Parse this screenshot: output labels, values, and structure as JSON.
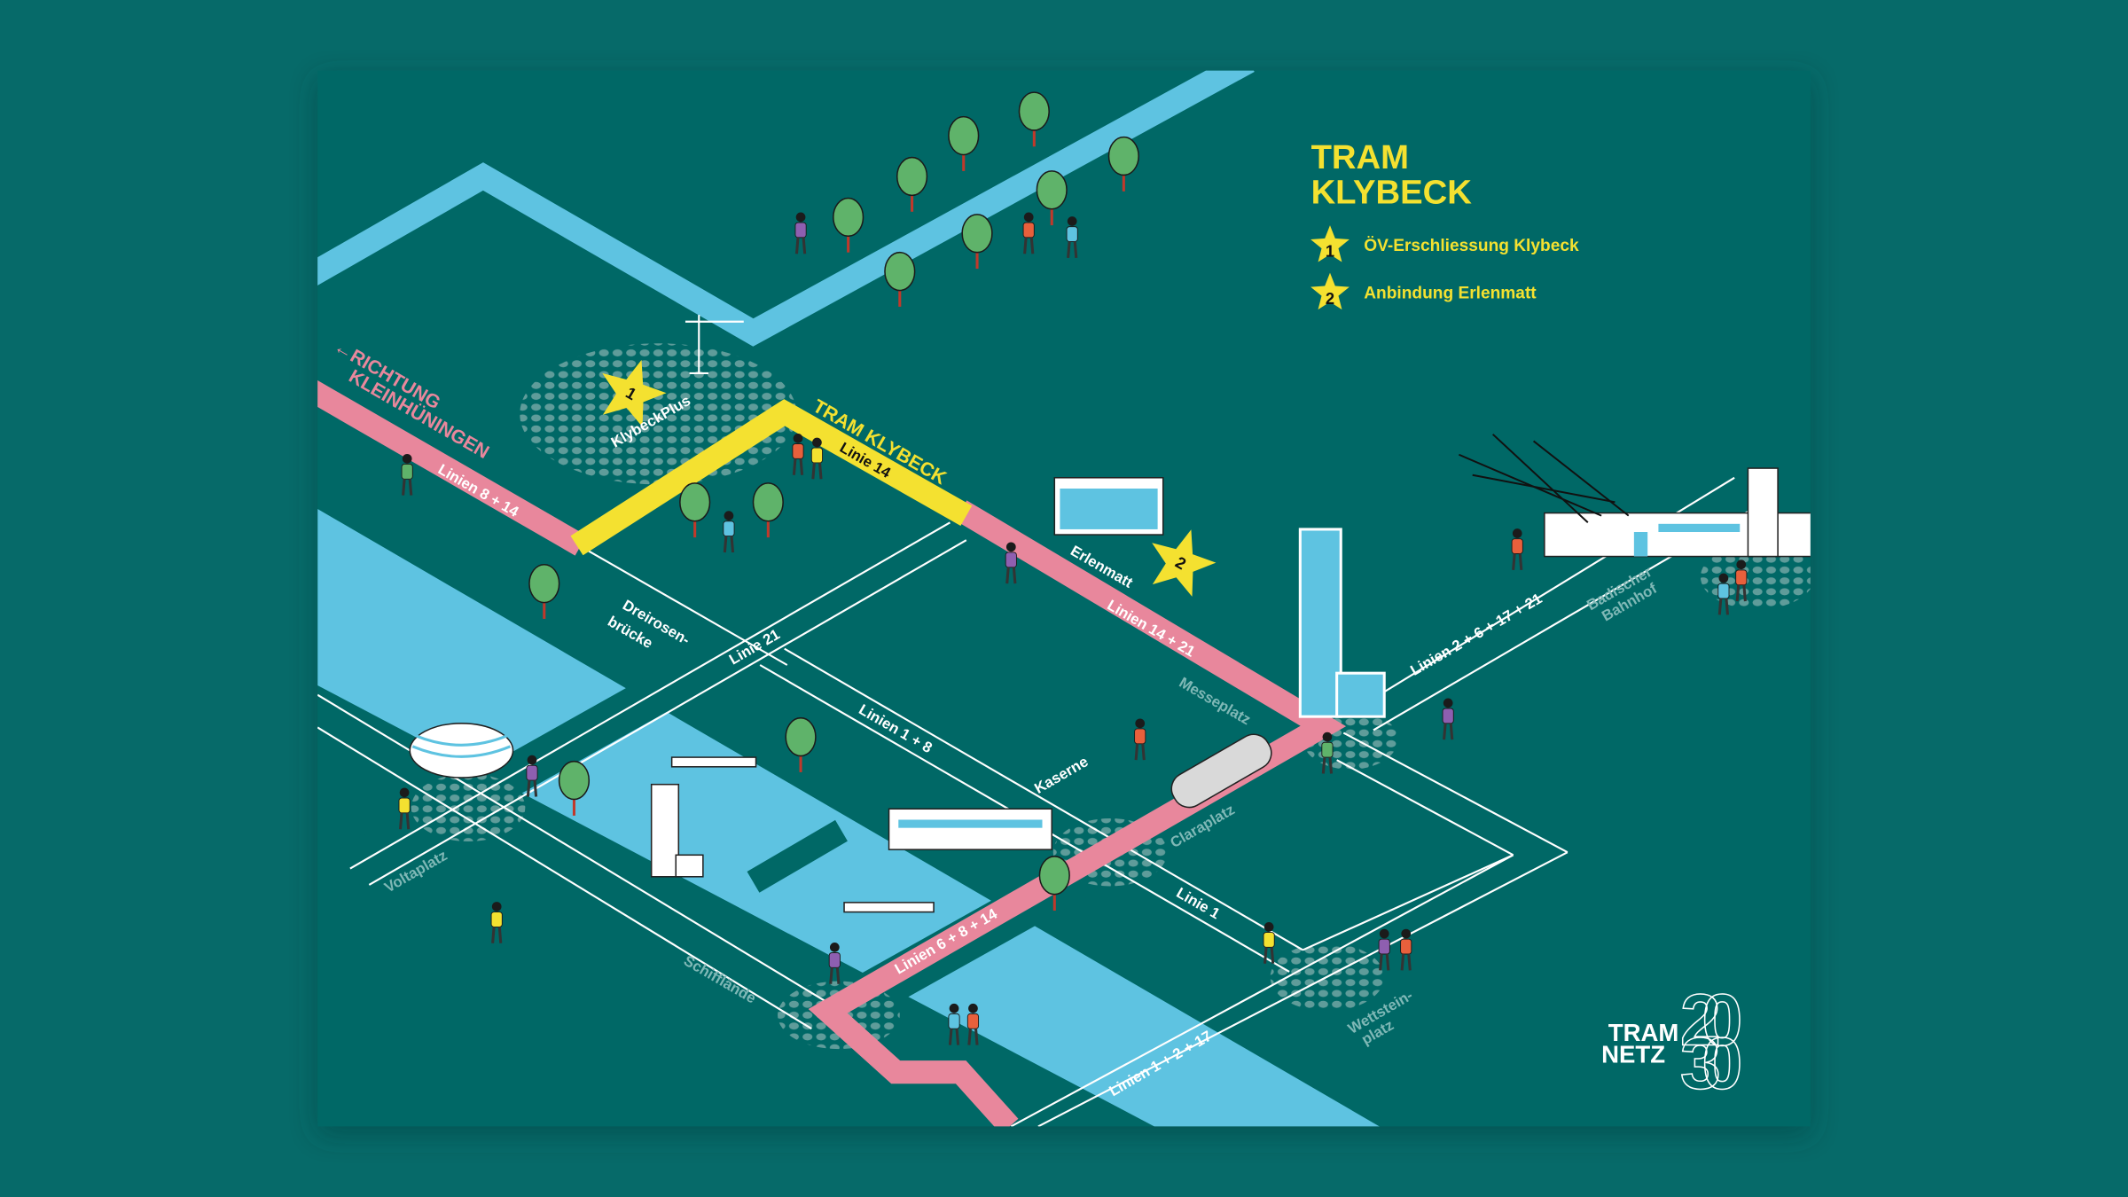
{
  "legend": {
    "title_line1": "TRAM",
    "title_line2": "KLYBECK",
    "items": [
      {
        "number": "1",
        "label": "ÖV-Erschliessung Klybeck"
      },
      {
        "number": "2",
        "label": "Anbindung Erlenmatt"
      }
    ]
  },
  "map_labels": {
    "direction_line1": "←RICHTUNG",
    "direction_line2": "KLEINHÜNINGEN",
    "tram_klybeck": "TRAM KLYBECK",
    "linie_14": "Linie 14",
    "klybeckplus": "KlybeckPlus",
    "star1": "1",
    "star2": "2",
    "linien_8_14": "Linien 8 + 14",
    "erlenmatt": "Erlenmatt",
    "linien_14_21": "Linien 14 + 21",
    "messeplatz": "Messeplatz",
    "dreirosen_1": "Dreirosen-",
    "dreirosen_2": "brücke",
    "linie_21": "Linie 21",
    "linien_1_8": "Linien 1 + 8",
    "kaserne": "Kaserne",
    "claraplatz": "Claraplatz",
    "linie_1": "Linie 1",
    "voltaplatz": "Voltaplatz",
    "schifflaende": "Schifflände",
    "linien_6_8_14": "Linien 6 + 8 + 14",
    "wettstein_1": "Wettstein-",
    "wettstein_2": "platz",
    "linien_1_2_17": "Linien 1 + 2 + 17",
    "linien_2_6_17_21": "Linien 2 + 6 + 17 + 21",
    "badischer_1": "Badischer",
    "badischer_2": "Bahnhof"
  },
  "logo": {
    "line1": "TRAM",
    "line2": "NETZ",
    "year_top": "20",
    "year_bottom": "30"
  },
  "colors": {
    "background": "#066a69",
    "card": "#006866",
    "river": "#5ec3e1",
    "pink_line": "#e8879c",
    "yellow_line": "#f4e130",
    "muted_label": "#7fb8b6"
  }
}
